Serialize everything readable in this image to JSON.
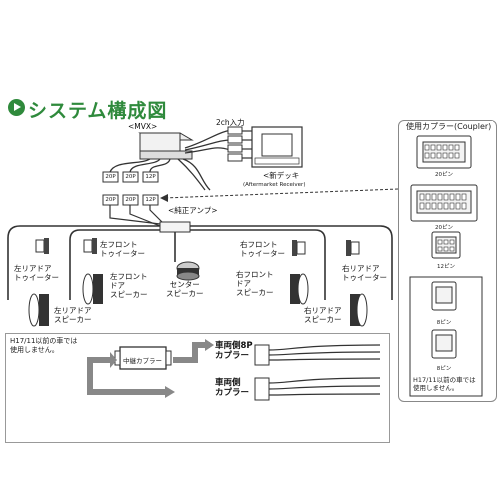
{
  "title": "システム構成図",
  "labels": {
    "input_2ch": "2ch入力",
    "mvx": "<MVX>",
    "new_deck": "<新デッキ",
    "aftermarket": "(Aftermarket Receiver)",
    "amp": "<純正アンプ>",
    "left_rear_tweeter": [
      "左リアドア",
      "トゥイーター"
    ],
    "left_front_tweeter": [
      "左フロント",
      "トゥイーター"
    ],
    "right_front_tweeter": [
      "右フロント",
      "トゥイーター"
    ],
    "right_rear_tweeter": [
      "右リアドア",
      "トゥイーター"
    ],
    "left_front_door_speaker": [
      "左フロント",
      "ドア",
      "スピーカー"
    ],
    "center_speaker": [
      "センター",
      "スピーカー"
    ],
    "right_front_door_speaker": [
      "右フロント",
      "ドア",
      "スピーカー"
    ],
    "left_rear_door_speaker": [
      "左リアドア",
      "スピーカー"
    ],
    "right_rear_door_speaker": [
      "右リアドア",
      "スピーカー"
    ]
  },
  "connectors": [
    "20P",
    "20P",
    "12P",
    "20P",
    "20P",
    "12P"
  ],
  "coupler_panel": {
    "title": "使用カプラー(Coupler)",
    "pins": [
      "20ピン",
      "20ピン",
      "12ピン",
      "8ピン",
      "8ピン"
    ],
    "note": [
      "H17/11以前の車では",
      "使用しません。"
    ]
  },
  "lower": {
    "note": [
      "H17/11以前の車では",
      "使用しません。"
    ],
    "relay": "中継カプラー",
    "car_side_8p": [
      "車両側8P",
      "カプラー"
    ],
    "car_side": [
      "車両側",
      "カプラー"
    ]
  }
}
